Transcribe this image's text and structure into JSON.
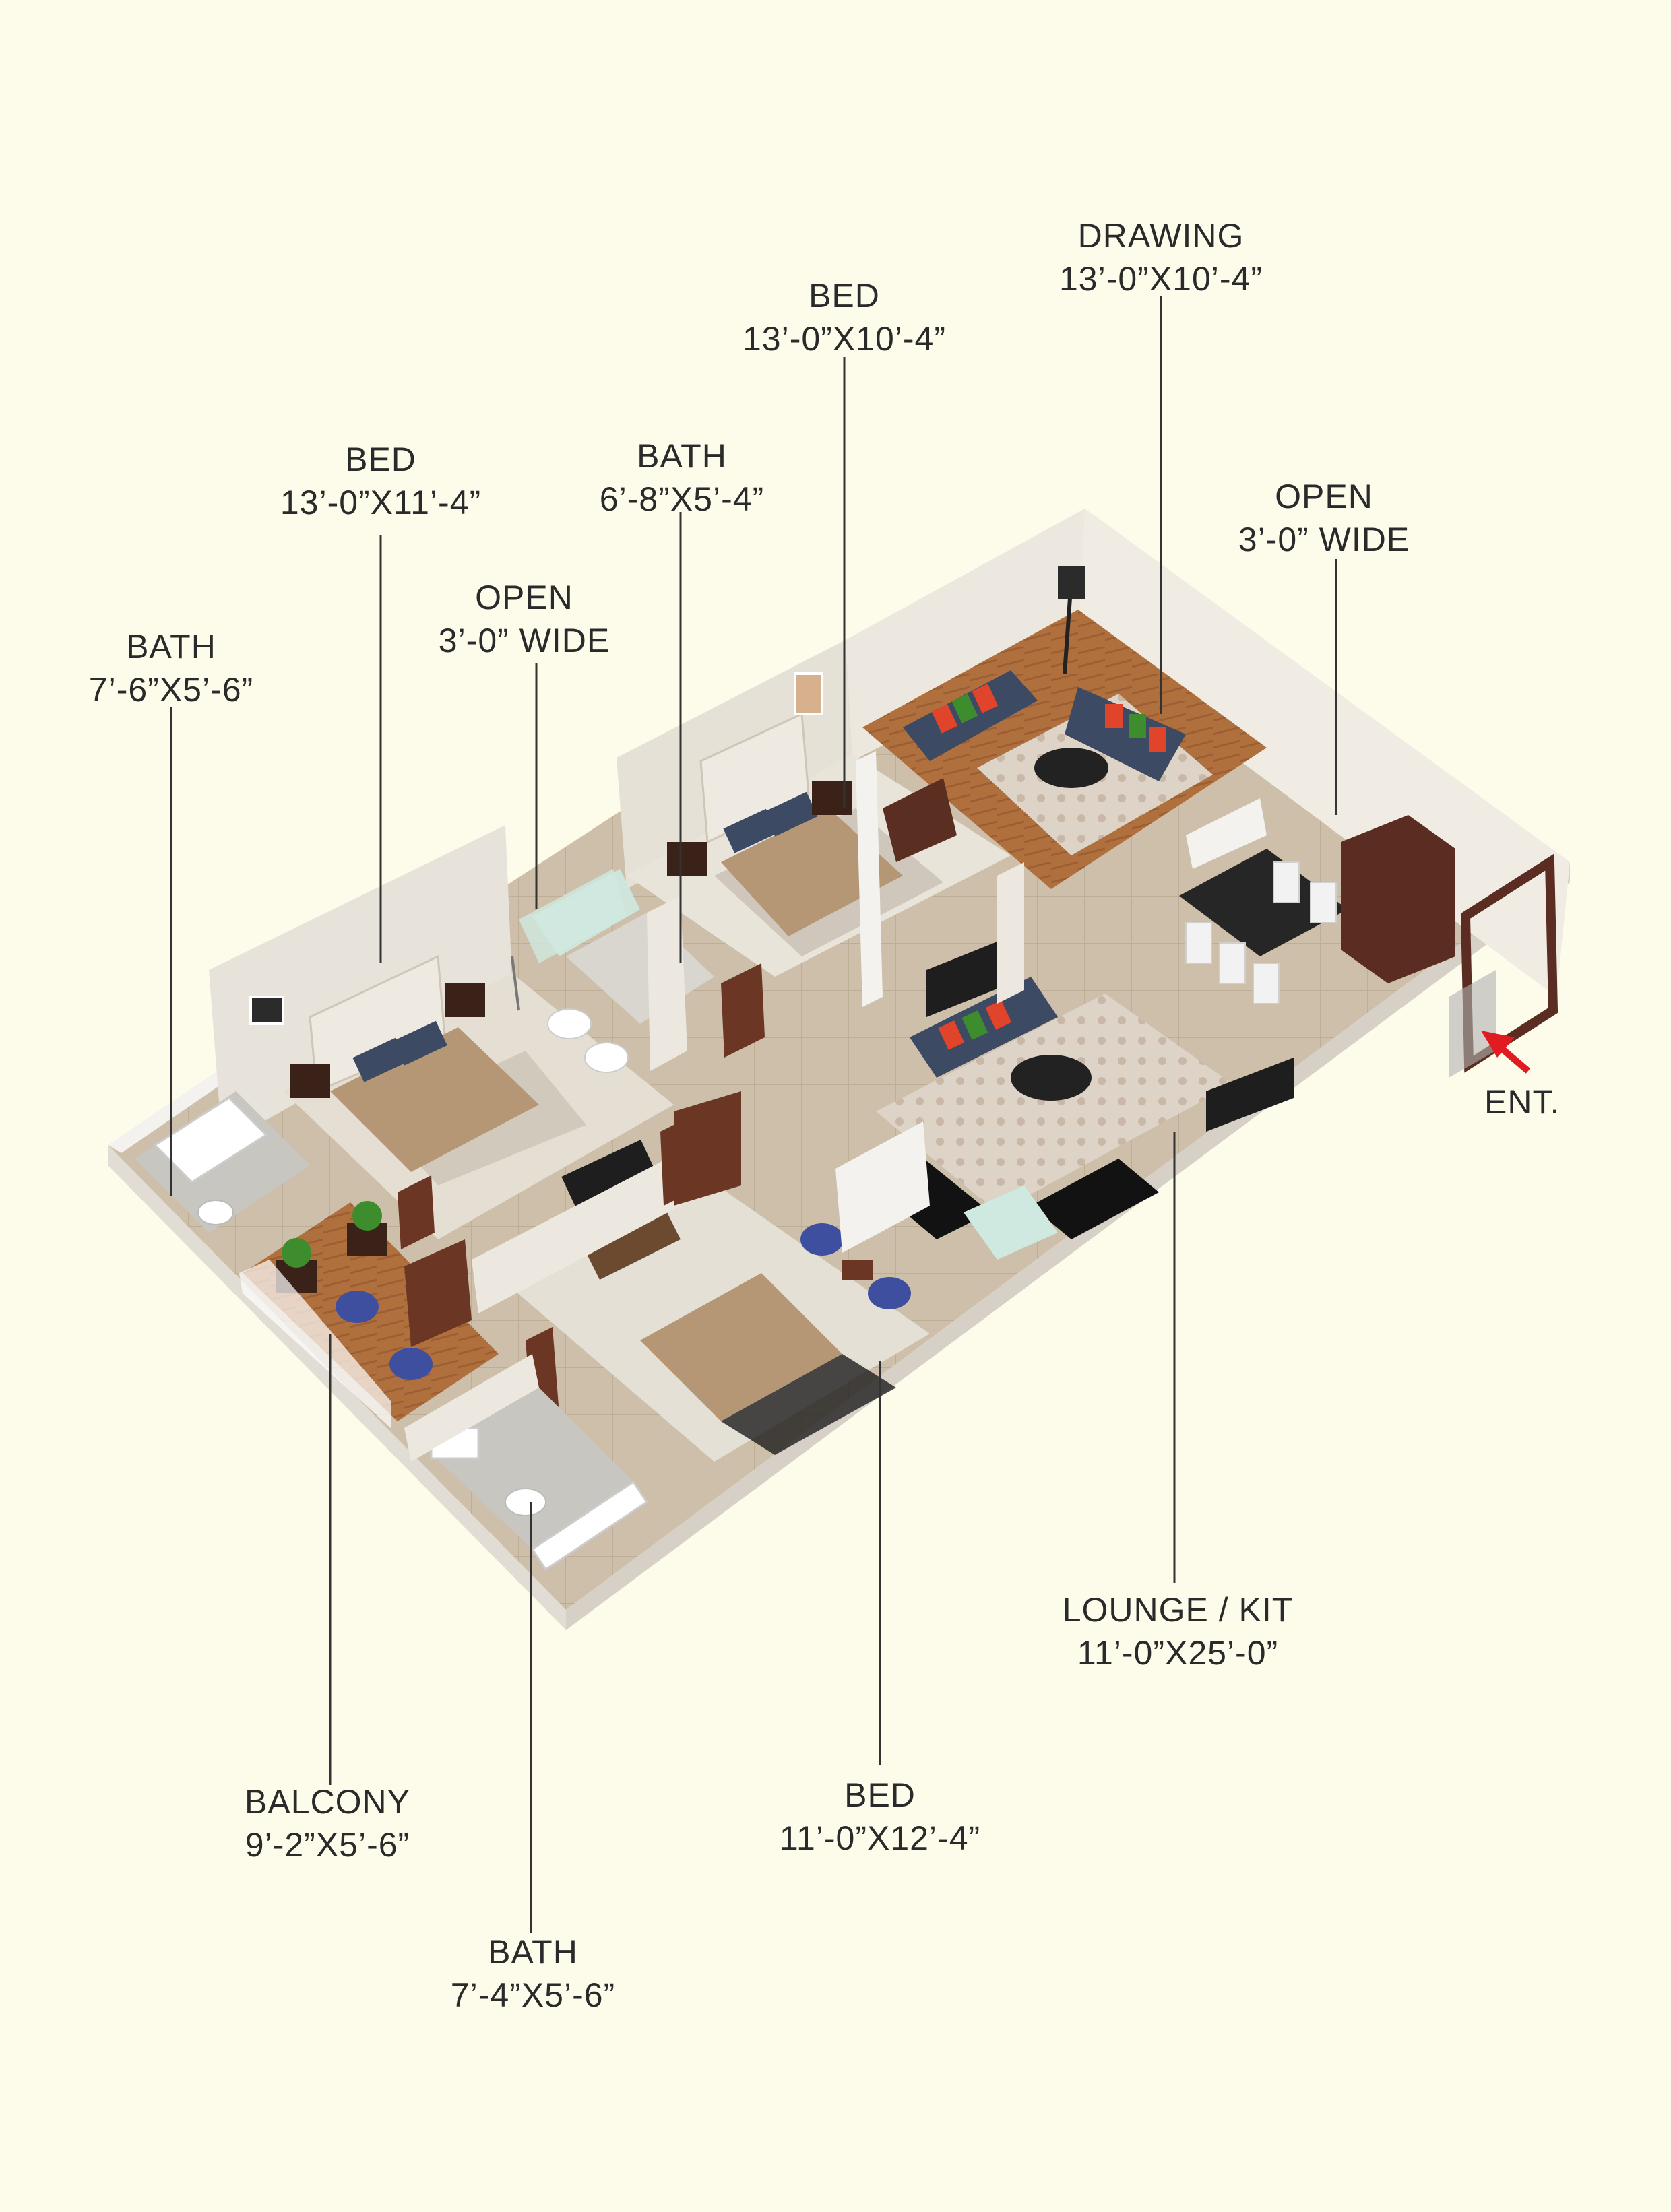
{
  "labels": {
    "bath_left": {
      "name": "BATH",
      "size": "7’-6”X5’-6”"
    },
    "bed_left": {
      "name": "BED",
      "size": "13’-0”X11’-4”"
    },
    "open_left": {
      "name": "OPEN",
      "size": "3’-0” WIDE"
    },
    "bath_center": {
      "name": "BATH",
      "size": "6’-8”X5’-4”"
    },
    "bed_top": {
      "name": "BED",
      "size": "13’-0”X10’-4”"
    },
    "drawing": {
      "name": "DRAWING",
      "size": "13’-0”X10’-4”"
    },
    "open_right": {
      "name": "OPEN",
      "size": "3’-0” WIDE"
    },
    "lounge_kit": {
      "name": "LOUNGE / KIT",
      "size": "11’-0”X25’-0”"
    },
    "balcony": {
      "name": "BALCONY",
      "size": "9’-2”X5’-6”"
    },
    "bed_bottom": {
      "name": "BED",
      "size": "11’-0”X12’-4”"
    },
    "bath_bottom": {
      "name": "BATH",
      "size": "7’-4”X5’-6”"
    }
  },
  "entrance": "ENT.",
  "colors": {
    "background": "#fdfbea",
    "wall_top": "#f4f2ee",
    "wall_inner": "#d9d3c9",
    "floor_tile": "#cdbfa9",
    "floor_wood": "#b0703e",
    "bed_linen": "#b59775",
    "sofa": "#3d4a63",
    "cushion_red": "#e0442b",
    "cushion_green": "#3d8c2e",
    "door_wood": "#6b3724",
    "glass": "#cfe9e0",
    "arrow": "#e11b22",
    "leader_line": "#333333"
  }
}
